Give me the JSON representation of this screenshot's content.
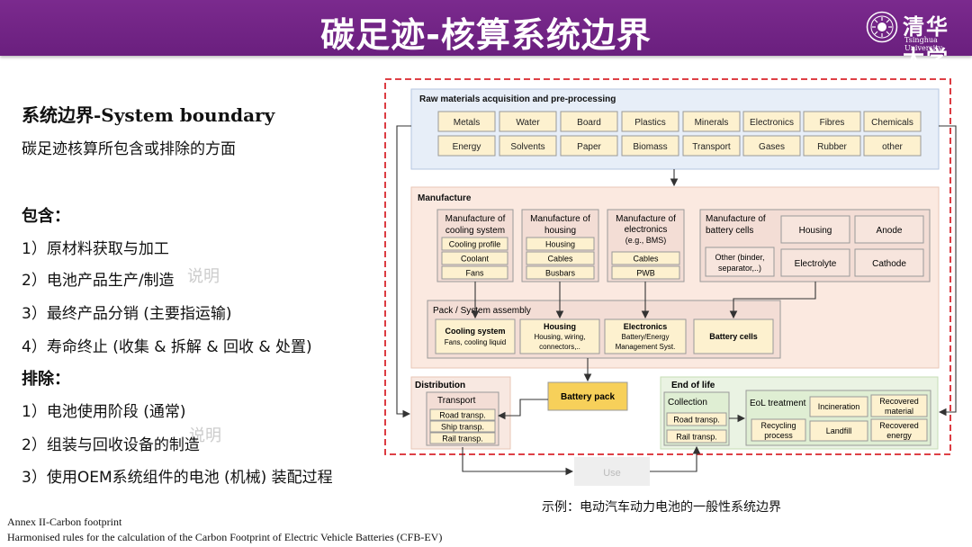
{
  "header": {
    "title": "碳足迹-核算系统边界",
    "logo_text_cn": "清华大学",
    "logo_text_en": "Tsinghua University",
    "brand_color": "#7b2a8e"
  },
  "left": {
    "section_title": "系统边界-System boundary",
    "subtitle": "碳足迹核算所包含或排除的方面",
    "include_label": "包含：",
    "include_items": [
      "1）原材料获取与加工",
      "2）电池产品生产/制造",
      "3）最终产品分销 (主要指运输)",
      "4）寿命终止 (收集 & 拆解 & 回收 & 处置)"
    ],
    "exclude_label": "排除：",
    "exclude_items": [
      "1）电池使用阶段 (通常)",
      "2）组装与回收设备的制造",
      "3）使用OEM系统组件的电池 (机械) 装配过程"
    ],
    "ghost_texts": [
      "说明",
      "说明"
    ]
  },
  "diagram": {
    "raw": {
      "title": "Raw materials acquisition and pre-processing",
      "items": [
        "Metals",
        "Water",
        "Board",
        "Plastics",
        "Minerals",
        "Electronics",
        "Fibres",
        "Chemicals",
        "Energy",
        "Solvents",
        "Paper",
        "Biomass",
        "Transport",
        "Gases",
        "Rubber",
        "other"
      ]
    },
    "manufacture": {
      "title": "Manufacture",
      "cooling": {
        "title1": "Manufacture of",
        "title2": "cooling system",
        "items": [
          "Cooling profile",
          "Coolant",
          "Fans"
        ]
      },
      "housing": {
        "title1": "Manufacture of",
        "title2": "housing",
        "items": [
          "Housing",
          "Cables",
          "Busbars"
        ]
      },
      "electronics": {
        "title1": "Manufacture of",
        "title2": "electronics",
        "title3": "(e.g., BMS)",
        "items": [
          "Cables",
          "PWB"
        ]
      },
      "cells": {
        "title1": "Manufacture of",
        "title2": "battery cells",
        "other1": "Other (binder,",
        "other2": "separator,..)",
        "items": [
          "Housing",
          "Anode",
          "Electrolyte",
          "Cathode"
        ]
      },
      "pack": {
        "title": "Pack / System assembly",
        "cooling_title": "Cooling system",
        "cooling_sub": "Fans, cooling liquid",
        "housing_title": "Housing",
        "housing_sub1": "Housing, wiring,",
        "housing_sub2": "connectors,..",
        "electronics_title": "Electronics",
        "electronics_sub1": "Battery/Energy",
        "electronics_sub2": "Management Syst.",
        "cells_title": "Battery cells"
      }
    },
    "battery_pack": "Battery pack",
    "distribution": {
      "title": "Distribution",
      "transport": "Transport",
      "items": [
        "Road transp.",
        "Ship transp.",
        "Rail transp."
      ]
    },
    "end_of_life": {
      "title": "End of life",
      "collection": "Collection",
      "collection_items": [
        "Road transp.",
        "Rail transp."
      ],
      "eol_treatment": "EoL treatment",
      "items": [
        "Incineration",
        "Landfill"
      ],
      "recovered_material1": "Recovered",
      "recovered_material2": "material",
      "recycling1": "Recycling",
      "recycling2": "process",
      "recovered_energy1": "Recovered",
      "recovered_energy2": "energy"
    },
    "use": "Use",
    "colors": {
      "boundary": "#d9262d",
      "raw_bg": "#e7eef8",
      "manufacture_bg": "#fbe9e0",
      "distribution_bg": "#f8e8e1",
      "eol_bg": "#eaf3e3",
      "chip": "#fdf1cf",
      "chip_border": "#999999",
      "battery_pack": "#f7d05a"
    }
  },
  "caption": "示例：电动汽车动力电池的一般性系统边界",
  "footnotes": [
    "Annex II-Carbon footprint",
    "Harmonised rules for the calculation of the Carbon Footprint of Electric Vehicle Batteries (CFB-EV)"
  ]
}
